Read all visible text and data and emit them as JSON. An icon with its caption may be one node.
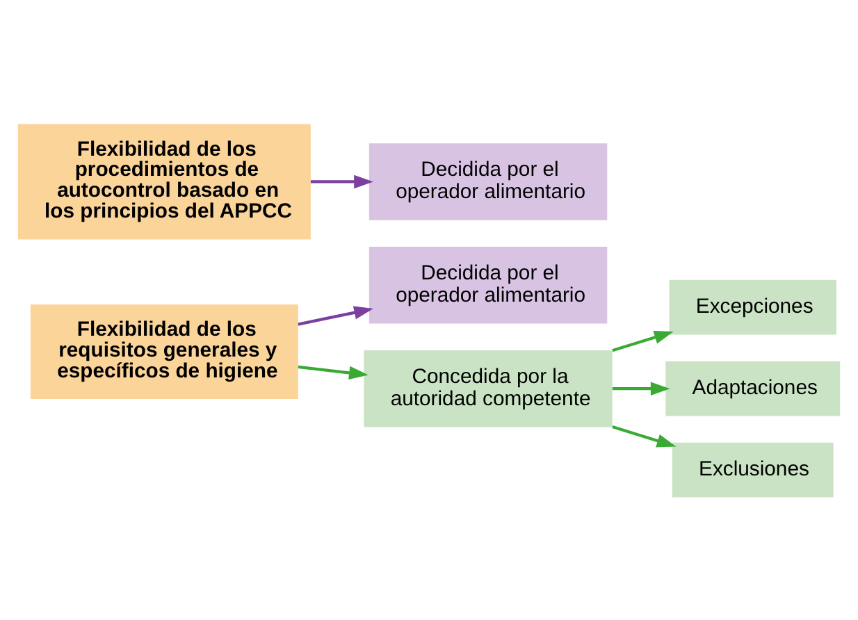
{
  "diagram": {
    "nodes": [
      {
        "text": [
          "Flexibilidad de los requisitos generales y específicos de higiene"
        ]
      },
      {
        "text": [
          "Decidida por el operador alimentario"
        ]
      },
      {
        "text": [
          "Concedida por la autoridad competente"
        ]
      },
      {
        "text": [
          "Excepciones"
        ]
      },
      {
        "text": [
          "Adaptaciones"
        ]
      },
      {
        "text": [
          "Exclusiones"
        ]
      },
      {
        "text": [
          "Flexibilidad de los procedimientos de autocontrol basado en los principios del APPCC"
        ]
      },
      {
        "text": [
          "Decidida por el operador alimentario"
        ]
      }
    ],
    "edges": [
      {
        "from": 0,
        "to": 1,
        "arrow": "to",
        "color": "#7b3fa0"
      },
      {
        "from": 0,
        "to": 2,
        "arrow": "to"
      },
      {
        "from": 2,
        "to": 3,
        "arrow": "to"
      },
      {
        "from": 2,
        "to": 4,
        "arrow": "to"
      },
      {
        "from": 2,
        "to": 5,
        "arrow": "to"
      },
      {
        "from": 6,
        "to": 7,
        "arrow": "to",
        "color": "#7b3fa0"
      }
    ]
  }
}
